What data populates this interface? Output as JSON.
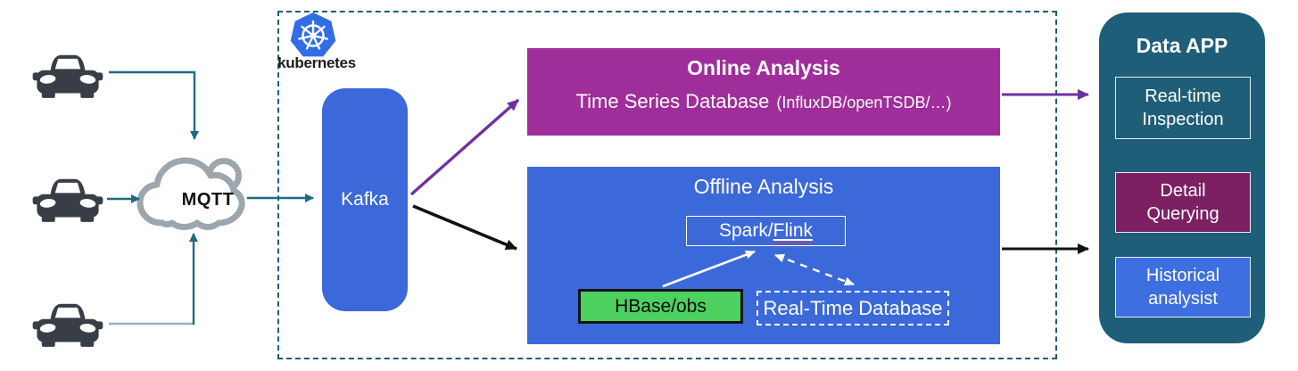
{
  "colors": {
    "teal_arrow": "#1F6A82",
    "teal_arrow_light": "#8FB3C5",
    "cluster_dashed_border": "#1A5E74",
    "kafka_blue": "#3B69D9",
    "kubernetes_logo_blue": "#326DE6",
    "online_purple": "#9F2E9A",
    "detail_querying_purple": "#7C2063",
    "purple_arrow": "#7030A0",
    "black_arrow": "#111111",
    "hbase_green": "#4CD05F",
    "data_app_panel_teal": "#1F5E79",
    "historical_blue": "#3E6FE0",
    "car_gray": "#393E46",
    "cloud_gray": "#9CA6AE"
  },
  "icons": {
    "car": "car-front-icon",
    "cloud": "cloud-icon",
    "kubernetes": "kubernetes-helm-icon"
  },
  "mqtt": {
    "label": "MQTT"
  },
  "cluster": {
    "kubernetes_label": "kubernetes",
    "kafka_label": "Kafka"
  },
  "online_analysis": {
    "title": "Online Analysis",
    "subtitle": "Time Series Database",
    "subtitle_detail": "(InfluxDB/openTSDB/…)"
  },
  "offline_analysis": {
    "title": "Offline Analysis",
    "spark_prefix": "Spark/",
    "spark_flagged_word": "Flink",
    "hbase_label": "HBase/obs",
    "rtdb_label": "Real-Time Database"
  },
  "data_app": {
    "title": "Data APP",
    "items": [
      {
        "label": "Real-time Inspection"
      },
      {
        "label": "Detail Querying"
      },
      {
        "label": "Historical analysist"
      }
    ]
  },
  "edges": [
    {
      "from": "vehicle-1",
      "to": "mqtt",
      "style": "solid",
      "color": "teal"
    },
    {
      "from": "vehicle-2",
      "to": "mqtt",
      "style": "solid",
      "color": "teal"
    },
    {
      "from": "vehicle-3",
      "to": "mqtt",
      "style": "solid",
      "color": "teal"
    },
    {
      "from": "mqtt",
      "to": "kafka",
      "style": "solid",
      "color": "teal"
    },
    {
      "from": "kafka",
      "to": "online-analysis",
      "style": "solid",
      "color": "purple"
    },
    {
      "from": "kafka",
      "to": "offline-analysis",
      "style": "solid",
      "color": "black"
    },
    {
      "from": "online-analysis",
      "to": "data-app",
      "style": "solid",
      "color": "purple"
    },
    {
      "from": "offline-analysis",
      "to": "data-app",
      "style": "solid",
      "color": "black"
    },
    {
      "from": "hbase",
      "to": "spark-flink",
      "style": "solid",
      "color": "white"
    },
    {
      "from": "spark-flink",
      "to": "real-time-database",
      "style": "dashed",
      "color": "white",
      "bidirectional": true
    }
  ]
}
